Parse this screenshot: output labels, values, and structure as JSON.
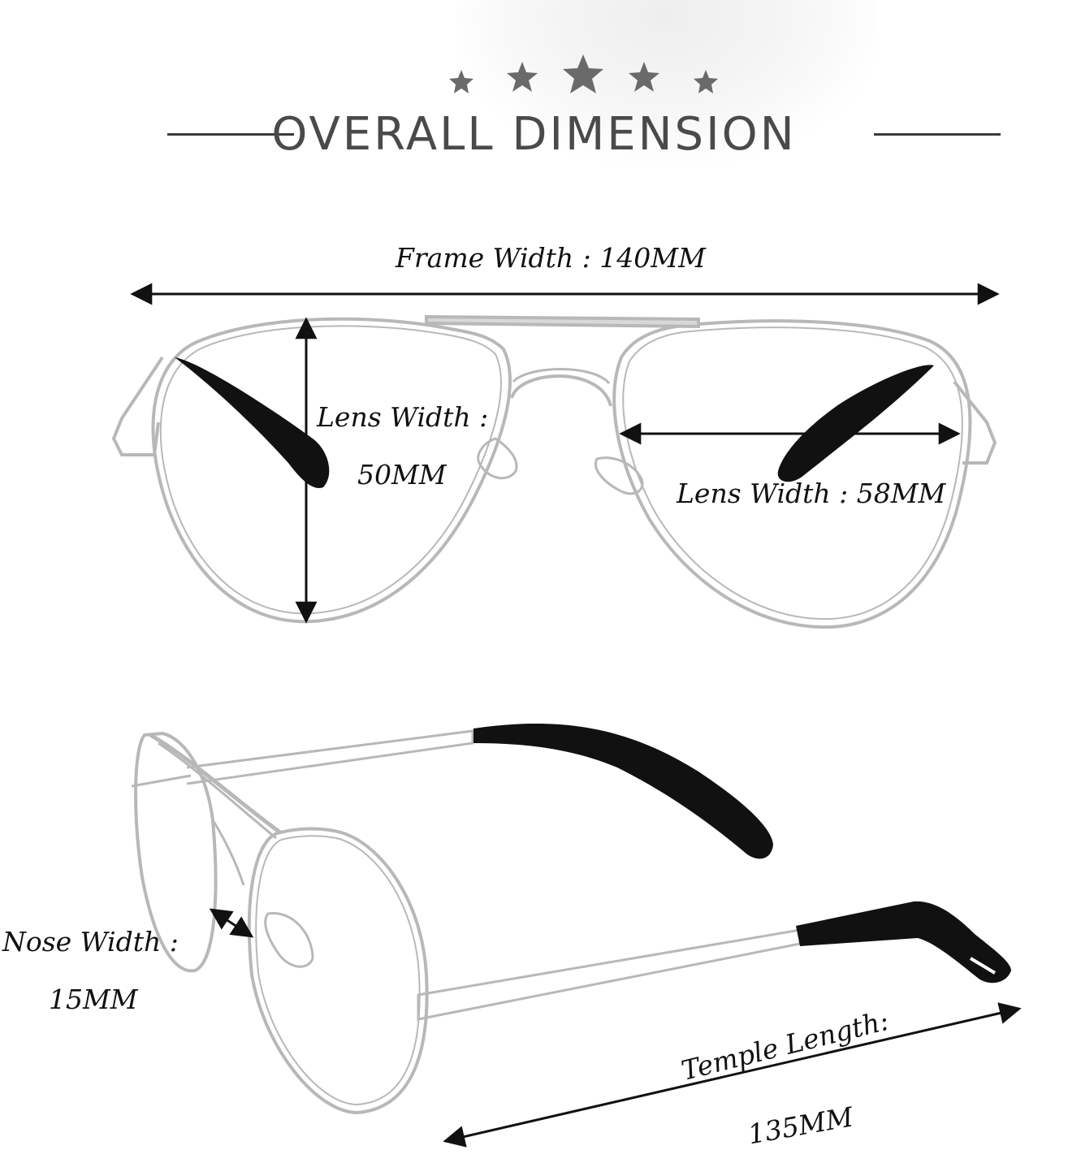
{
  "header": {
    "rating_stars": 5,
    "title": "OVERALL DIMENSION",
    "star_color": "#6a6a6a",
    "rule_color": "#3b3b3b"
  },
  "dimensions": {
    "frame_width": "Frame Width : 140MM",
    "lens_height_line1": "Lens Width :",
    "lens_height_line2": "50MM",
    "lens_width": "Lens Width : 58MM",
    "nose_width_line1": "Nose Width :",
    "nose_width_line2": "15MM",
    "temple_length_line1": "Temple Length:",
    "temple_length_line2": "135MM"
  },
  "colors": {
    "frame_silver": "#b8b8b8",
    "tip_black": "#111111",
    "arrow": "#111111"
  }
}
